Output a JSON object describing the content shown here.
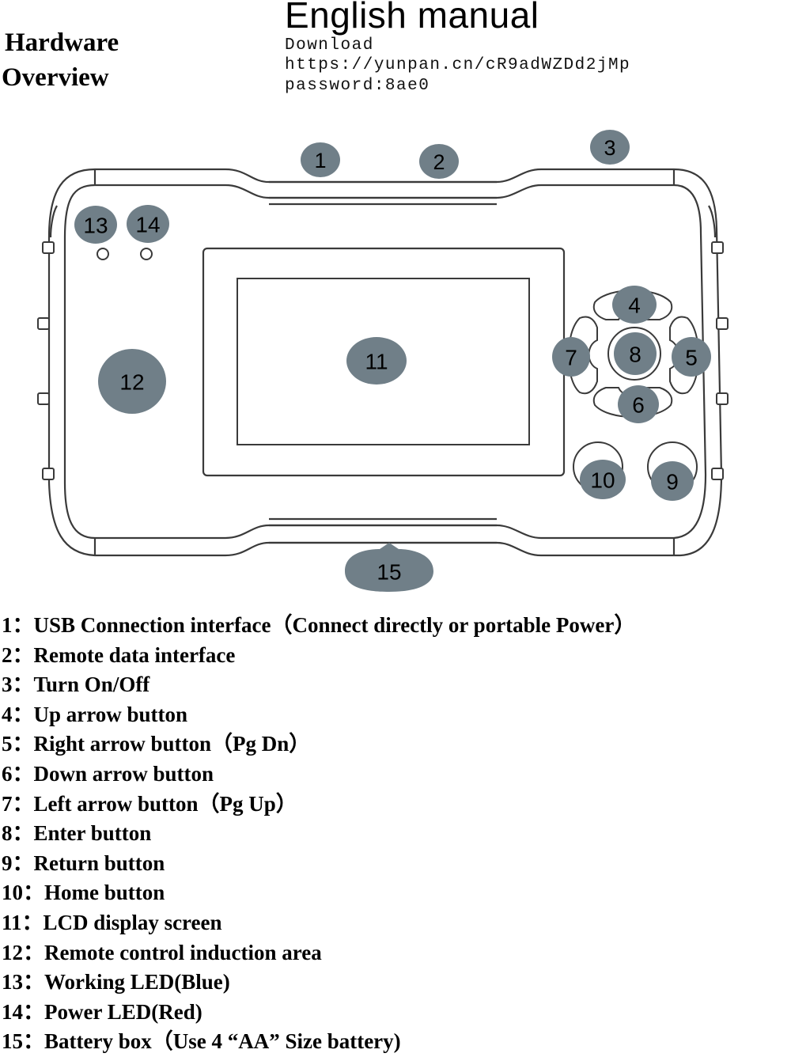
{
  "header": {
    "hardware_label": "Hardware",
    "overview_label": "Overview",
    "title": "English manual",
    "download_label": "Download",
    "download_url": "https://yunpan.cn/cR9adWZDd2jMp",
    "password": "password:8ae0"
  },
  "diagram": {
    "callout_fill": "#707f88",
    "callouts": [
      "1",
      "2",
      "3",
      "4",
      "5",
      "6",
      "7",
      "8",
      "9",
      "10",
      "11",
      "12",
      "13",
      "14",
      "15"
    ]
  },
  "legend": [
    {
      "num": "1：",
      "text": "USB Connection interface（Connect directly or portable Power）"
    },
    {
      "num": "2：",
      "text": "Remote data interface"
    },
    {
      "num": "3：",
      "text": "Turn On/Off"
    },
    {
      "num": "4：",
      "text": "Up arrow button"
    },
    {
      "num": "5：",
      "text": "Right arrow button（Pg Dn）"
    },
    {
      "num": "6：",
      "text": "Down arrow button"
    },
    {
      "num": "7：",
      "text": "Left arrow button（Pg Up）"
    },
    {
      "num": "8：",
      "text": "Enter button"
    },
    {
      "num": "9：",
      "text": "Return button"
    },
    {
      "num": "10：",
      "text": "Home button"
    },
    {
      "num": "11：",
      "text": "LCD display screen"
    },
    {
      "num": "12：",
      "text": "Remote control induction area"
    },
    {
      "num": "13：",
      "text": "Working LED(Blue)"
    },
    {
      "num": "14：",
      "text": "Power LED(Red)"
    },
    {
      "num": "15：",
      "text": "Battery box（Use 4 “AA” Size battery)"
    }
  ]
}
